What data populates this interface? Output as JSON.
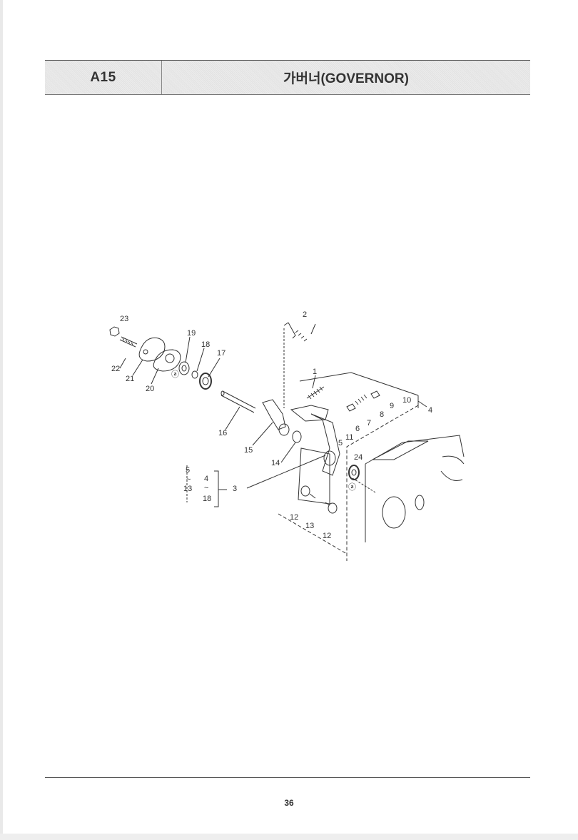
{
  "header": {
    "section_code": "A15",
    "section_title": "가버너(GOVERNOR)"
  },
  "diagram": {
    "part_labels": [
      "1",
      "2",
      "3",
      "4",
      "5",
      "6",
      "7",
      "8",
      "9",
      "10",
      "11",
      "12",
      "12",
      "13",
      "13",
      "14",
      "15",
      "16",
      "17",
      "18",
      "19",
      "20",
      "21",
      "22",
      "23",
      "24"
    ],
    "ref_mark": "ⓐ",
    "group_range": {
      "a_start": "5",
      "a_end": "13",
      "b_start": "4",
      "b_end": "18",
      "tilde": "~",
      "callout": "3"
    }
  },
  "footer": {
    "page_number": "36"
  }
}
